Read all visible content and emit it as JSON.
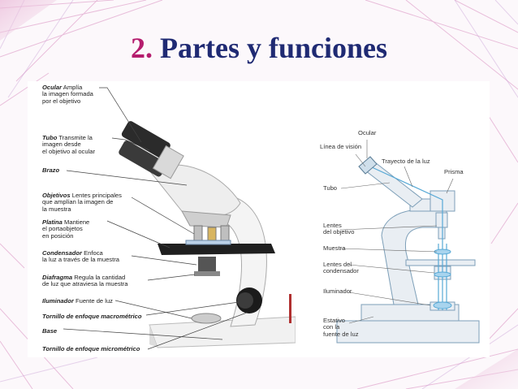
{
  "title": {
    "number": "2.",
    "text": "Partes y funciones"
  },
  "left_diagram": {
    "labels": [
      {
        "term": "Ocular",
        "desc": [
          "Amplía",
          "la imagen formada",
          "por el objetivo"
        ]
      },
      {
        "term": "Tubo",
        "desc": [
          "Transmite la",
          "imagen desde",
          "el objetivo al ocular"
        ]
      },
      {
        "term": "Brazo",
        "desc": []
      },
      {
        "term": "Objetivos",
        "desc": [
          "Lentes principales",
          "que amplían la imagen de",
          "la muestra"
        ]
      },
      {
        "term": "Platina",
        "desc": [
          "Mantiene",
          "el portaobjetos",
          "en posición"
        ]
      },
      {
        "term": "Condensador",
        "desc": [
          "Enfoca",
          "la luz a través de la muestra"
        ]
      },
      {
        "term": "Diafragma",
        "desc": [
          "Regula la cantidad",
          "de luz que atraviesa la muestra"
        ]
      },
      {
        "term": "Iluminador",
        "desc": [
          "Fuente de luz"
        ]
      },
      {
        "term": "Tornillo de enfoque macrométrico",
        "desc": []
      },
      {
        "term": "Base",
        "desc": []
      },
      {
        "term": "Tornillo de enfoque micrométrico",
        "desc": []
      }
    ]
  },
  "right_diagram": {
    "labels": {
      "ocular": "Ocular",
      "linea": "Línea de visión",
      "trayecto": "Trayecto de la luz",
      "prisma": "Prisma",
      "tubo": "Tubo",
      "lentes_obj_1": "Lentes",
      "lentes_obj_2": "del objetivo",
      "muestra": "Muestra",
      "lentes_cond_1": "Lentes del",
      "lentes_cond_2": "condensador",
      "iluminador": "Iluminador",
      "estativo_1": "Estativo",
      "estativo_2": "con la",
      "estativo_3": "fuente de luz"
    }
  }
}
